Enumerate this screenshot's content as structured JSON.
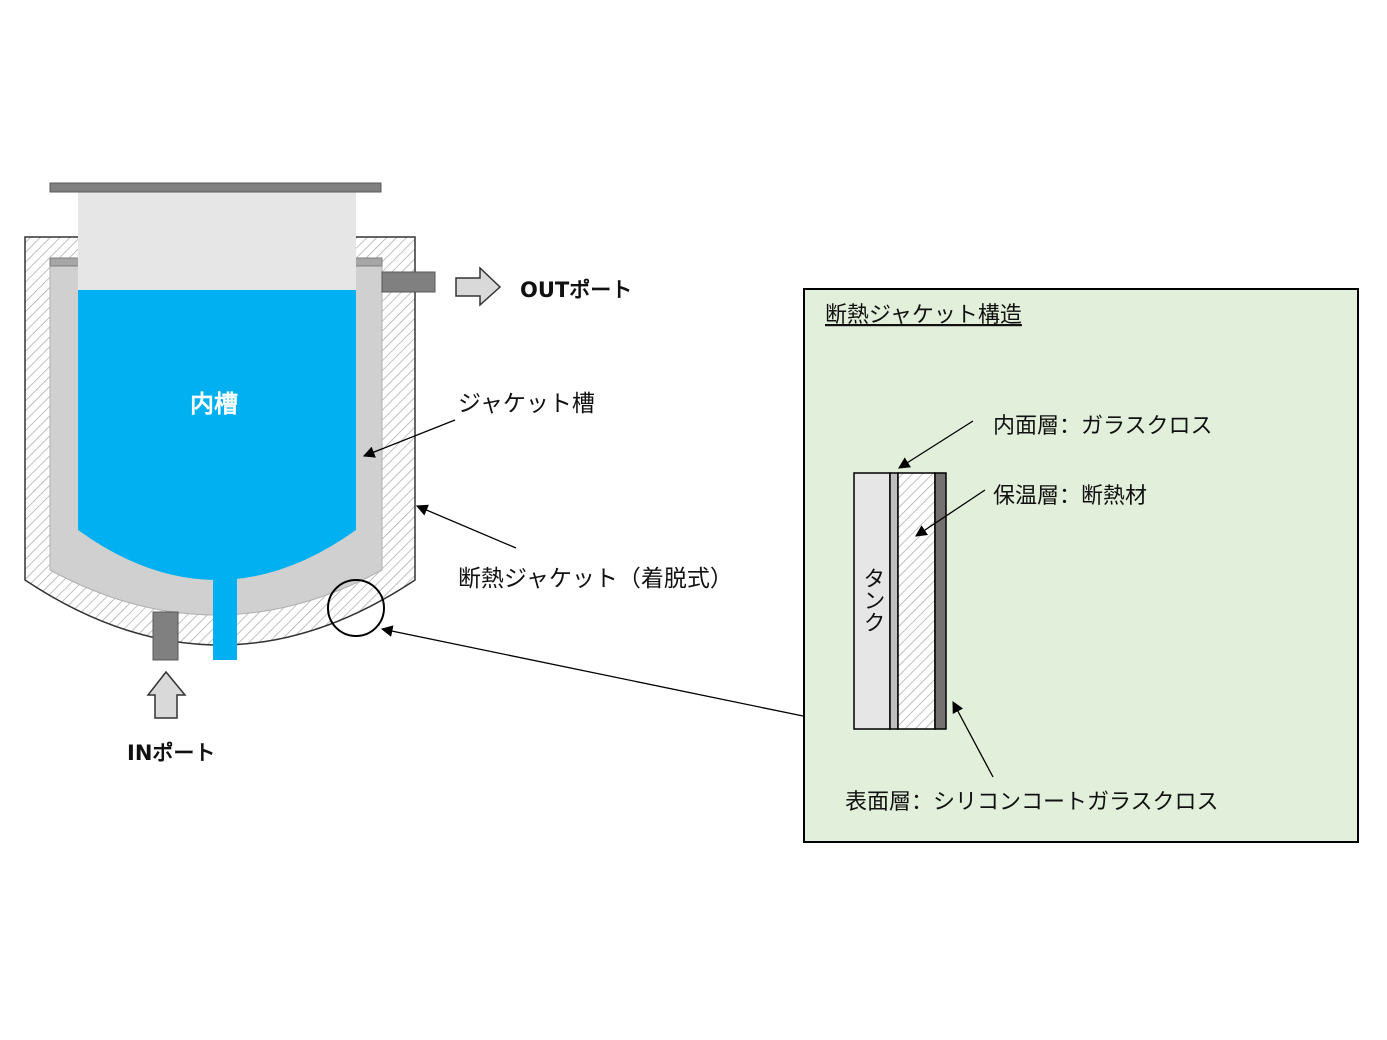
{
  "diagram": {
    "out_port": "OUTポート",
    "in_port": "INポート",
    "inner_tank": "内槽",
    "jacket_tank": "ジャケット槽",
    "insulation_jacket": "断熱ジャケット（着脱式）"
  },
  "detail": {
    "title": "断熱ジャケット構造",
    "tank": "タンク",
    "inner_layer": "内面層：ガラスクロス",
    "insulation_layer": "保温層：断熱材",
    "surface_layer": "表面層：シリコンコートガラスクロス"
  },
  "colors": {
    "liquid": "#00b0f0",
    "detail_panel": "#e2efda",
    "pipe": "#808080",
    "jacket_tank": "#d0d0d0",
    "hatch": "#a6a6a6"
  }
}
